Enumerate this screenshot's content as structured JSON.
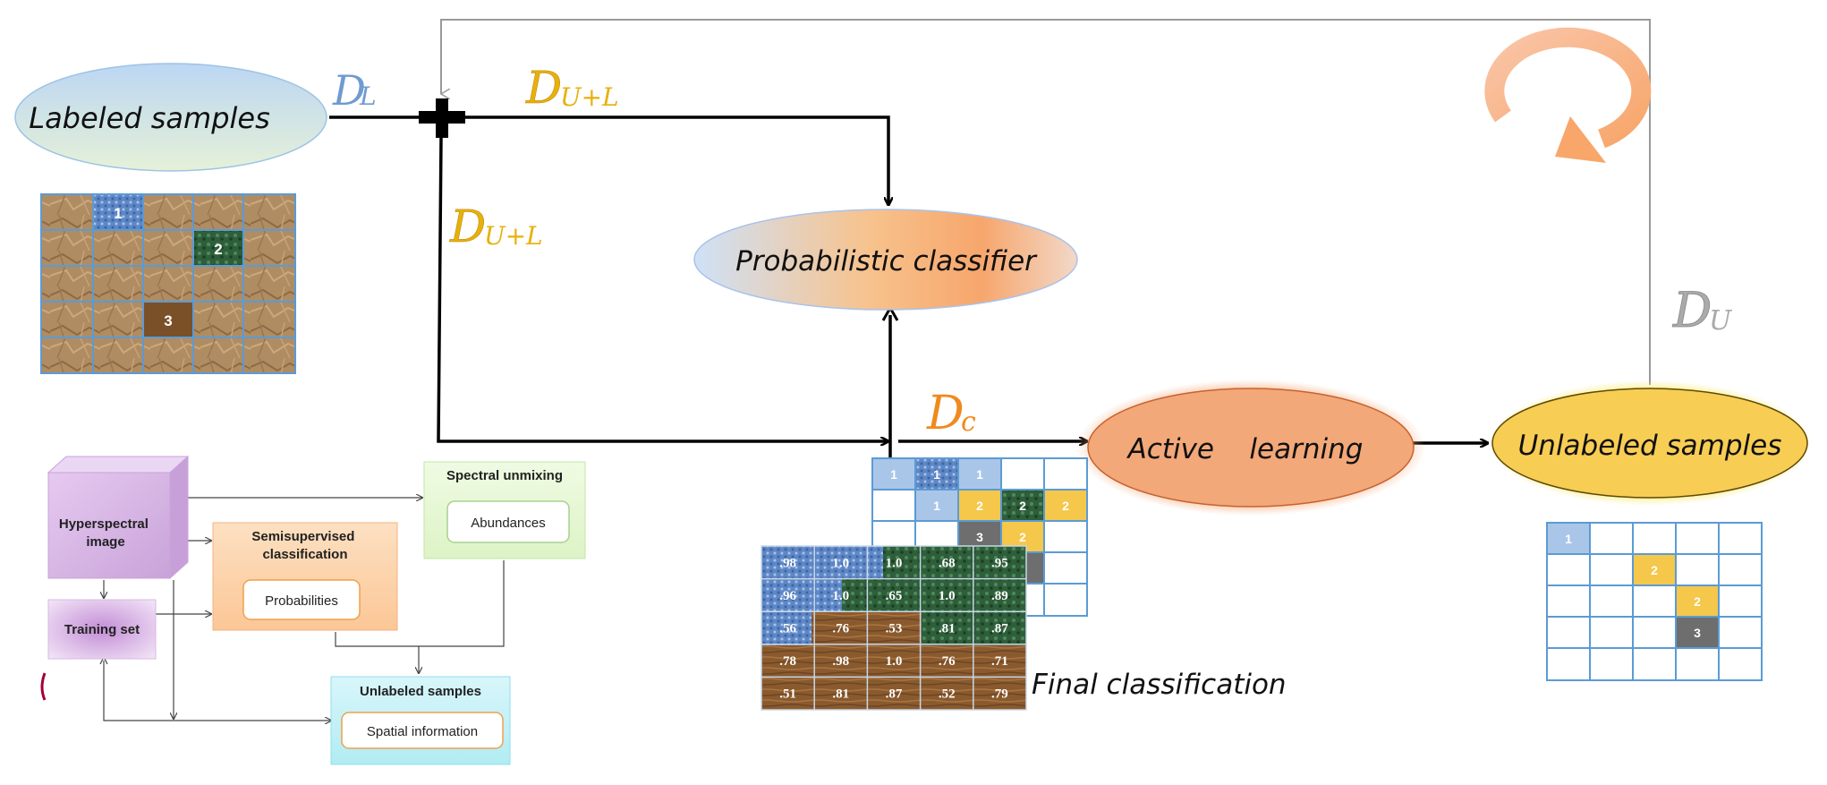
{
  "nodes": {
    "labeled": "Labeled samples",
    "classifier": "Probabilistic classifier",
    "active": "Active    learning",
    "unlabeled": "Unlabeled samples",
    "final": "Final classification"
  },
  "symbols": {
    "dl_main": "D",
    "dl_sub": "L",
    "dul_top_main": "D",
    "dul_top_sub": "U+L",
    "dul_left_main": "D",
    "dul_left_sub": "U+L",
    "dc_main": "D",
    "dc_sub": "c",
    "du_main": "D",
    "du_sub": "U"
  },
  "labeled_grid": {
    "label_1": "1",
    "label_2": "2",
    "label_3": "3"
  },
  "prob_grid": {
    "rows": [
      [
        ".98",
        "1.0",
        "1.0",
        ".68",
        ".95"
      ],
      [
        ".96",
        "1.0",
        ".65",
        "1.0",
        ".89"
      ],
      [
        ".56",
        ".76",
        ".53",
        ".81",
        ".87"
      ],
      [
        ".78",
        ".98",
        "1.0",
        ".76",
        ".71"
      ],
      [
        ".51",
        ".81",
        ".87",
        ".52",
        ".79"
      ]
    ]
  },
  "back_grid_labels": [
    "1",
    "1",
    "1",
    "1",
    "2",
    "2",
    "2",
    "3",
    "2"
  ],
  "unlabeled_grid_labels": [
    "1",
    "2",
    "2",
    "3"
  ],
  "sub_diagram": {
    "hyperspectral": "Hyperspectral image",
    "training": "Training set",
    "semisupervised": "Semisupervised classification",
    "probabilities": "Probabilities",
    "spectral": "Spectral unmixing",
    "abundances": "Abundances",
    "unlabeled": "Unlabeled samples",
    "spatial": "Spatial information"
  },
  "colors": {
    "label_blue": "#a9c6e8",
    "label_green": "#1f4f2e",
    "label_brown": "#7a5028",
    "label_yellow": "#f5c74a",
    "label_gray": "#6e6e6e",
    "grid_line": "#5b9bd5",
    "orange_symbol": "#f08a1e",
    "yellow_symbol": "#e8b00a",
    "blue_symbol": "#6f9bd0",
    "gray_symbol": "#9a9a9a"
  }
}
